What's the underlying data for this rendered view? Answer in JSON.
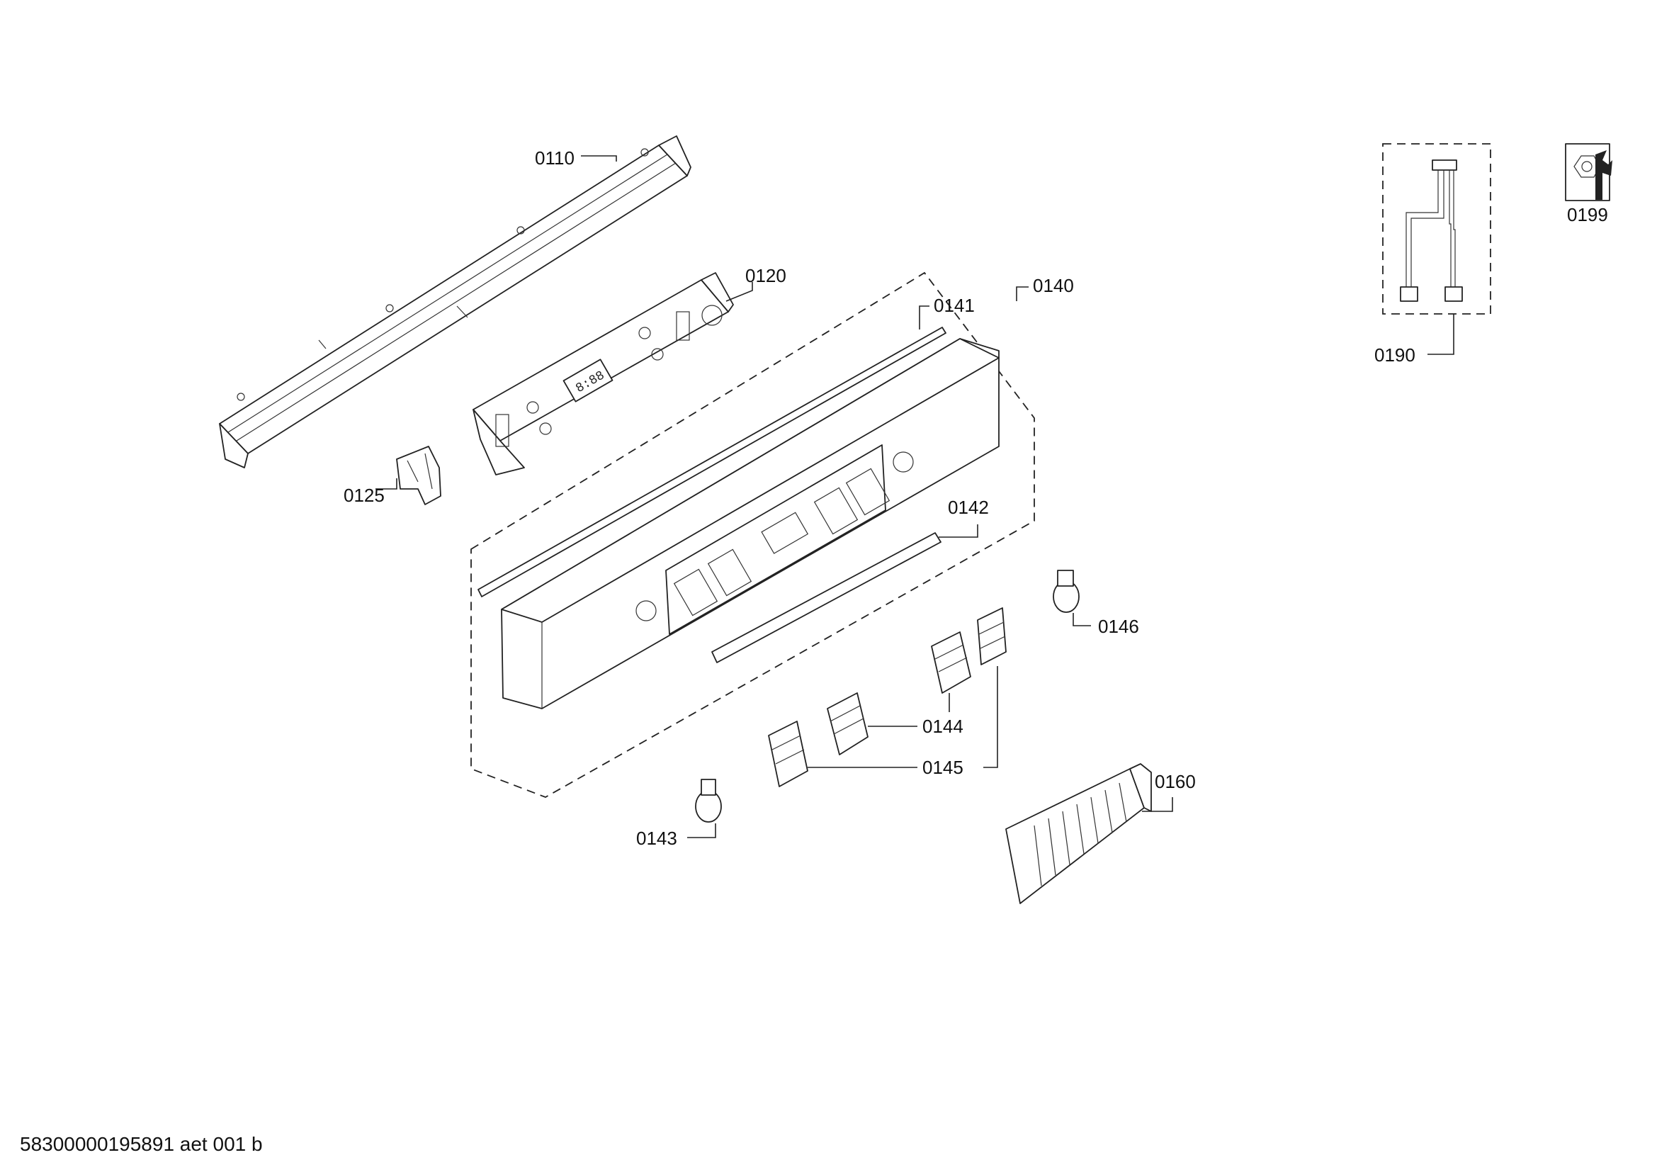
{
  "document_code": "58300000195891 aet 001 b",
  "callouts": [
    {
      "id": "p0110",
      "text": "0110"
    },
    {
      "id": "p0120",
      "text": "0120"
    },
    {
      "id": "p0125",
      "text": "0125"
    },
    {
      "id": "p0140",
      "text": "0140"
    },
    {
      "id": "p0141",
      "text": "0141"
    },
    {
      "id": "p0142",
      "text": "0142"
    },
    {
      "id": "p0143",
      "text": "0143"
    },
    {
      "id": "p0144",
      "text": "0144"
    },
    {
      "id": "p0145",
      "text": "0145"
    },
    {
      "id": "p0146",
      "text": "0146"
    },
    {
      "id": "p0160",
      "text": "0160"
    },
    {
      "id": "p0190",
      "text": "0190"
    },
    {
      "id": "p0199",
      "text": "0199"
    }
  ],
  "display_text": "8:88",
  "icons": {
    "service_tool": "wrench-nut-icon"
  }
}
